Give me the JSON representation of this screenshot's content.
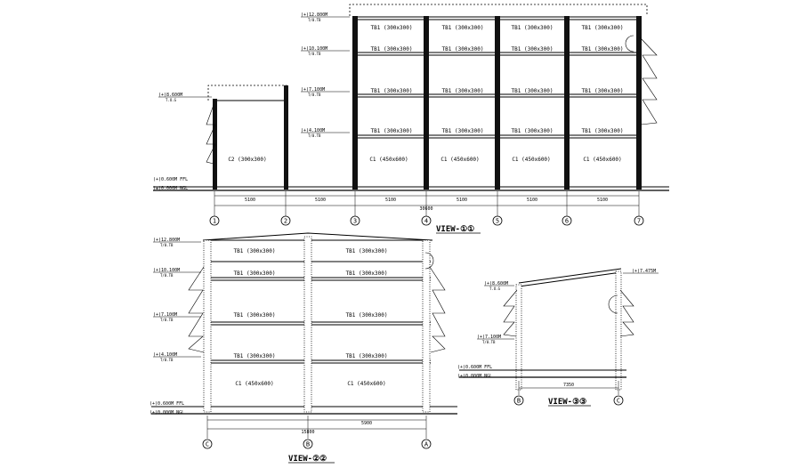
{
  "view_1": {
    "title": "VIEW-①①",
    "beams": [
      [
        "TB1 (300x300)",
        "TB1 (300x300)",
        "TB1 (300x300)",
        "TB1 (300x300)"
      ],
      [
        "TB1 (300x300)",
        "TB1 (300x300)",
        "TB1 (300x300)",
        "TB1 (300x300)"
      ],
      [
        "TB1 (300x300)",
        "TB1 (300x300)",
        "TB1 (300x300)",
        "TB1 (300x300)"
      ],
      [
        "TB1 (300x300)",
        "TB1 (300x300)",
        "TB1 (300x300)",
        "TB1 (300x300)"
      ]
    ],
    "columns": [
      "C2 (300x300)",
      "C1 (450x600)",
      "C1 (450x600)",
      "C1 (450x600)",
      "C1 (450x600)"
    ],
    "levels": [
      {
        "label": "(+)12.800M",
        "sub": "T/0.TB"
      },
      {
        "label": "(+)10.100M",
        "sub": "T/0.TB"
      },
      {
        "label": "(+)8.600M",
        "sub": "T.O.G"
      },
      {
        "label": "(+)7.100M",
        "sub": "T/0.TB"
      },
      {
        "label": "(+)4.100M",
        "sub": "T/0.TB"
      },
      {
        "label": "(+)0.600M FFL",
        "sub": ""
      },
      {
        "label": "(±)0.000M NGL",
        "sub": ""
      }
    ],
    "bay_dims": [
      "5100",
      "5100",
      "5100",
      "5100",
      "5100",
      "5100"
    ],
    "total_dim": "30600",
    "axes": [
      "1",
      "2",
      "3",
      "4",
      "5",
      "6",
      "7"
    ]
  },
  "view_2": {
    "title": "VIEW-②②",
    "beams": [
      [
        "TB1 (300x300)",
        "TB1 (300x300)"
      ],
      [
        "TB1 (300x300)",
        "TB1 (300x300)"
      ],
      [
        "TB1 (300x300)",
        "TB1 (300x300)"
      ],
      [
        "TB1 (300x300)",
        "TB1 (300x300)"
      ]
    ],
    "columns": [
      "C1 (450x600)",
      "C1 (450x600)"
    ],
    "levels": [
      {
        "label": "(+)12.800M",
        "sub": "T/0.TB"
      },
      {
        "label": "(+)10.100M",
        "sub": "T/0.TB"
      },
      {
        "label": "(+)7.100M",
        "sub": "T/0.TB"
      },
      {
        "label": "(+)4.100M",
        "sub": "T/0.TB"
      },
      {
        "label": "(+)0.600M FFL",
        "sub": ""
      },
      {
        "label": "(±)0.000M NGL",
        "sub": ""
      }
    ],
    "bay_dim": "5900",
    "total_dim": "15800",
    "axes": [
      "C",
      "B",
      "A"
    ]
  },
  "view_3": {
    "title": "VIEW-③③",
    "levels_left": [
      {
        "label": "(+)8.600M",
        "sub": "T.O.G"
      },
      {
        "label": "(+)7.100M",
        "sub": "T/0.TB"
      },
      {
        "label": "(+)0.600M FFL",
        "sub": ""
      },
      {
        "label": "(±)0.000M NGL",
        "sub": ""
      }
    ],
    "level_right": "(+)7.475M",
    "width_dim": "7350",
    "axes": [
      "B",
      "C"
    ]
  }
}
